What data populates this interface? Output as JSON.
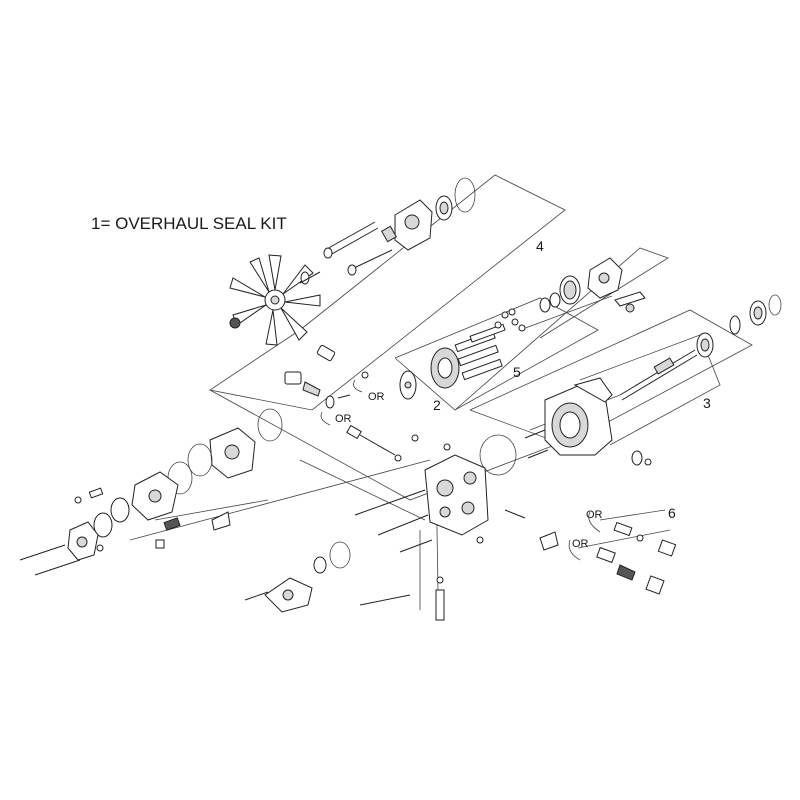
{
  "title": "1= OVERHAUL SEAL KIT",
  "callouts": {
    "c2": "2",
    "c3": "3",
    "c4": "4",
    "c5": "5",
    "c6": "6"
  },
  "or_labels": [
    "OR",
    "OR",
    "OR",
    "OR"
  ]
}
